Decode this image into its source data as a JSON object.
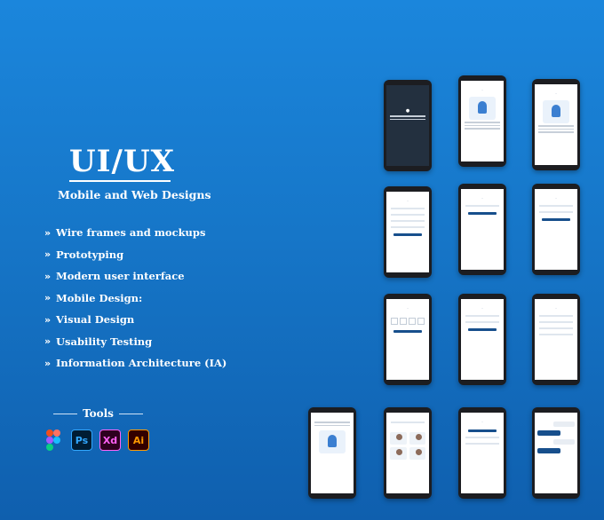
{
  "hero": {
    "title": "UI/UX",
    "subtitle": "Mobile and Web Designs"
  },
  "features": [
    "Wire frames and mockups",
    "Prototyping",
    "Modern user interface",
    "Mobile Design:",
    "Visual Design",
    "Usability Testing",
    "Information Architecture (IA)"
  ],
  "tools": {
    "label": "Tools",
    "items": [
      {
        "name": "figma-icon",
        "glyph": ""
      },
      {
        "name": "photoshop-icon",
        "glyph": "Ps"
      },
      {
        "name": "xd-icon",
        "glyph": "Xd"
      },
      {
        "name": "illustrator-icon",
        "glyph": "Ai"
      }
    ]
  },
  "colors": {
    "background_top": "#1b86dc",
    "background_bottom": "#0f5fae",
    "app_primary": "#174f8c"
  }
}
